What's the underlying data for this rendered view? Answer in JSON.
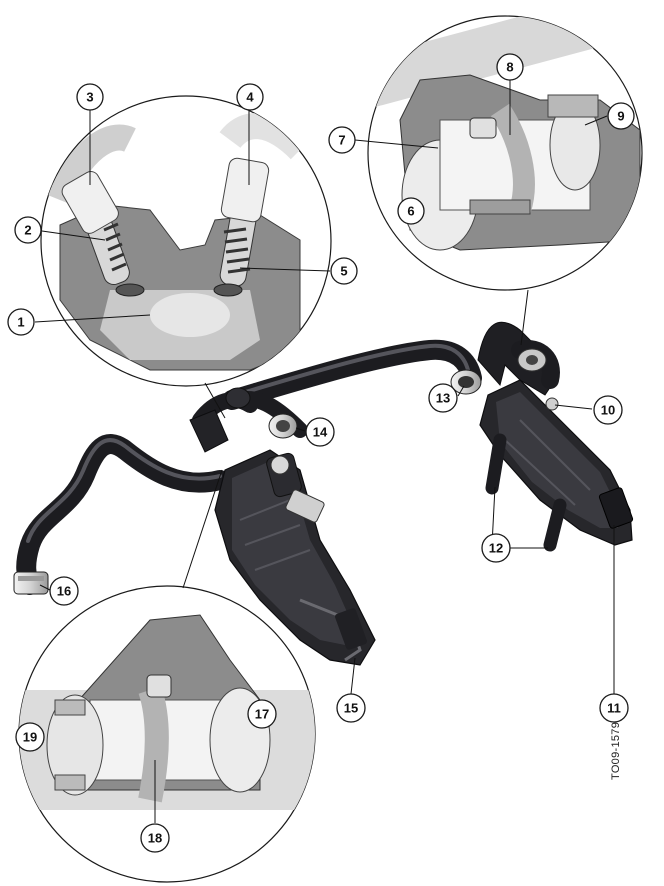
{
  "figure": {
    "doc_id": "TO09-1579"
  },
  "callouts": [
    {
      "n": "1"
    },
    {
      "n": "2"
    },
    {
      "n": "3"
    },
    {
      "n": "4"
    },
    {
      "n": "5"
    },
    {
      "n": "6"
    },
    {
      "n": "7"
    },
    {
      "n": "8"
    },
    {
      "n": "9"
    },
    {
      "n": "10"
    },
    {
      "n": "11"
    },
    {
      "n": "12"
    },
    {
      "n": "13"
    },
    {
      "n": "14"
    },
    {
      "n": "15"
    },
    {
      "n": "16"
    },
    {
      "n": "17"
    },
    {
      "n": "18"
    },
    {
      "n": "19"
    }
  ],
  "colors": {
    "hose": "#2b2b30",
    "hose_highlight": "#5b5b62",
    "metal_light": "#e8e8e8",
    "metal_mid": "#bdbdbd",
    "section_grey": "#8c8c8c",
    "spring": "#4a4a4a",
    "outline": "#1a1a1a"
  }
}
